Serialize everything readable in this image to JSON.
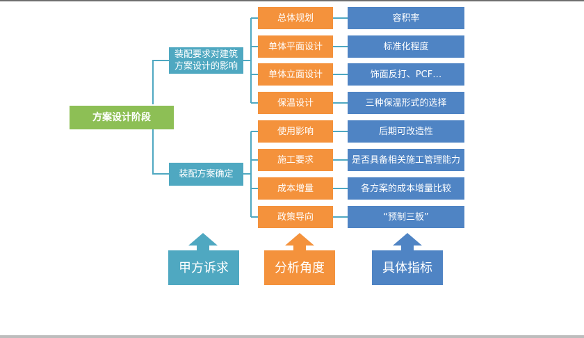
{
  "root": {
    "label": "方案设计阶段"
  },
  "groups": [
    {
      "label": "装配要求对建筑方案设计的影响"
    },
    {
      "label": "装配方案确定"
    }
  ],
  "aspects": [
    "总体规划",
    "单体平面设计",
    "单体立面设计",
    "保温设计",
    "使用影响",
    "施工要求",
    "成本增量",
    "政策导向"
  ],
  "metrics": [
    "容积率",
    "标准化程度",
    "饰面反打、PCF…",
    "三种保温形式的选择",
    "后期可改造性",
    "是否具备相关施工管理能力",
    "各方案的成本增量比较",
    "“预制三板”"
  ],
  "legend": {
    "client": "甲方诉求",
    "aspect": "分析角度",
    "metric": "具体指标"
  },
  "colors": {
    "root": "#8dbf55",
    "group": "#4fa8c1",
    "aspect": "#f4923c",
    "metric": "#4f84c4"
  }
}
